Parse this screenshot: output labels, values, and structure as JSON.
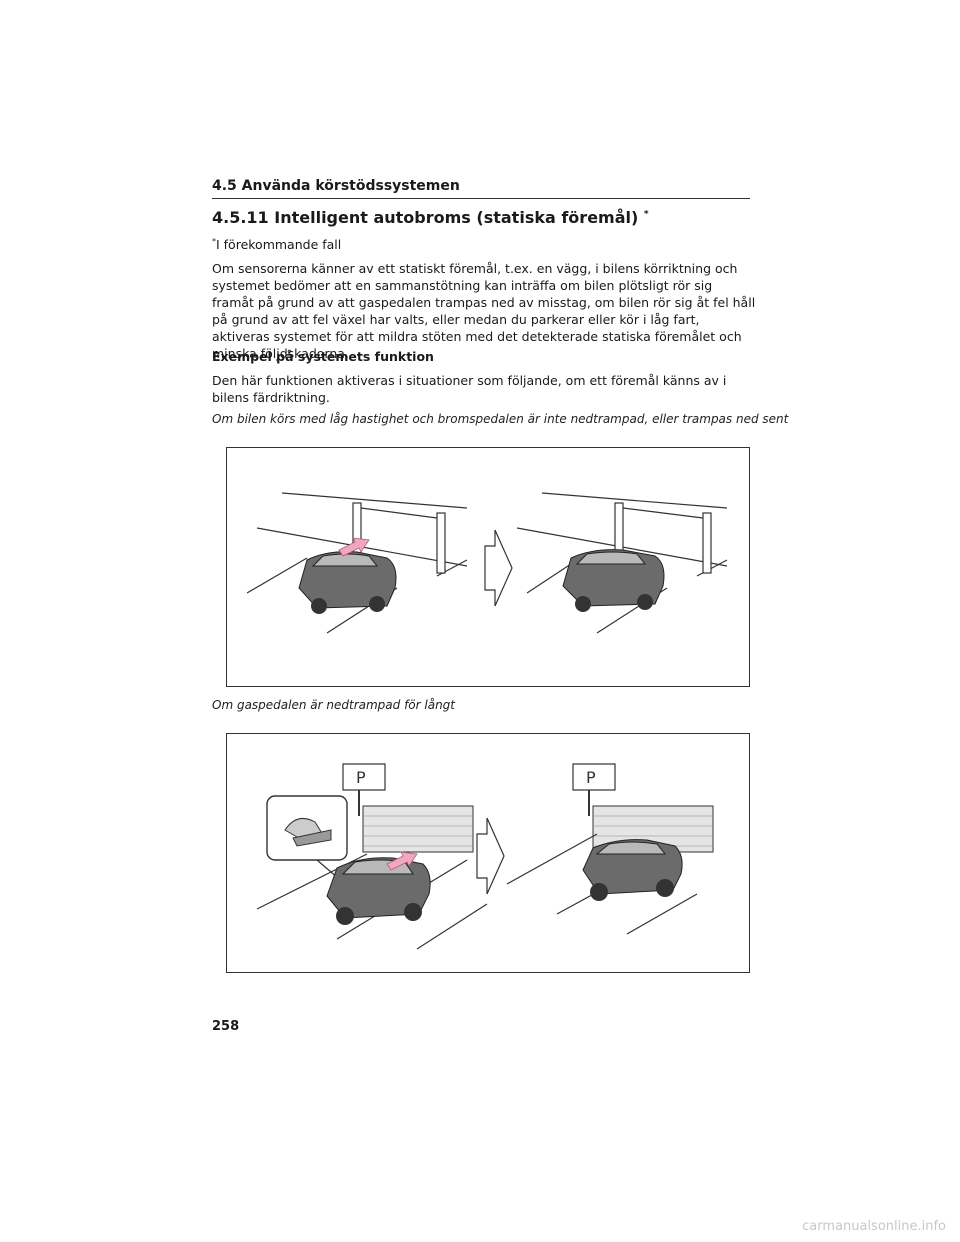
{
  "section_header": "4.5 Använda körstödssystemen",
  "heading": {
    "text": "4.5.11 Intelligent autobroms (statiska föremål)",
    "marker": "*"
  },
  "footnote": {
    "marker": "*",
    "text": "I förekommande fall"
  },
  "intro": "Om sensorerna känner av ett statiskt föremål, t.ex. en vägg, i bilens körriktning och systemet bedömer att en sammanstötning kan inträffa om bilen plötsligt rör sig framåt på grund av att gaspedalen trampas ned av misstag, om bilen rör sig åt fel håll på grund av att fel växel har valts, eller medan du parkerar eller kör i låg fart, aktiveras systemet för att mildra stöten med det detekterade statiska föremålet och minska följdskadorna.",
  "subheading": "Exempel på systemets funktion",
  "subintro": "Den här funktionen aktiveras i situationer som följande, om ett föremål känns av i bilens färdriktning.",
  "case1_caption": "Om bilen körs med låg hastighet och bromspedalen är inte nedtrampad, eller trampas ned sent",
  "case2_caption": "Om gaspedalen är nedtrampad för långt",
  "figure2": {
    "sign_letter": "P"
  },
  "page_number": "258",
  "watermark": "carmanualsonline.info",
  "colors": {
    "arrow": "#f2a6c2",
    "rule": "#333333"
  }
}
